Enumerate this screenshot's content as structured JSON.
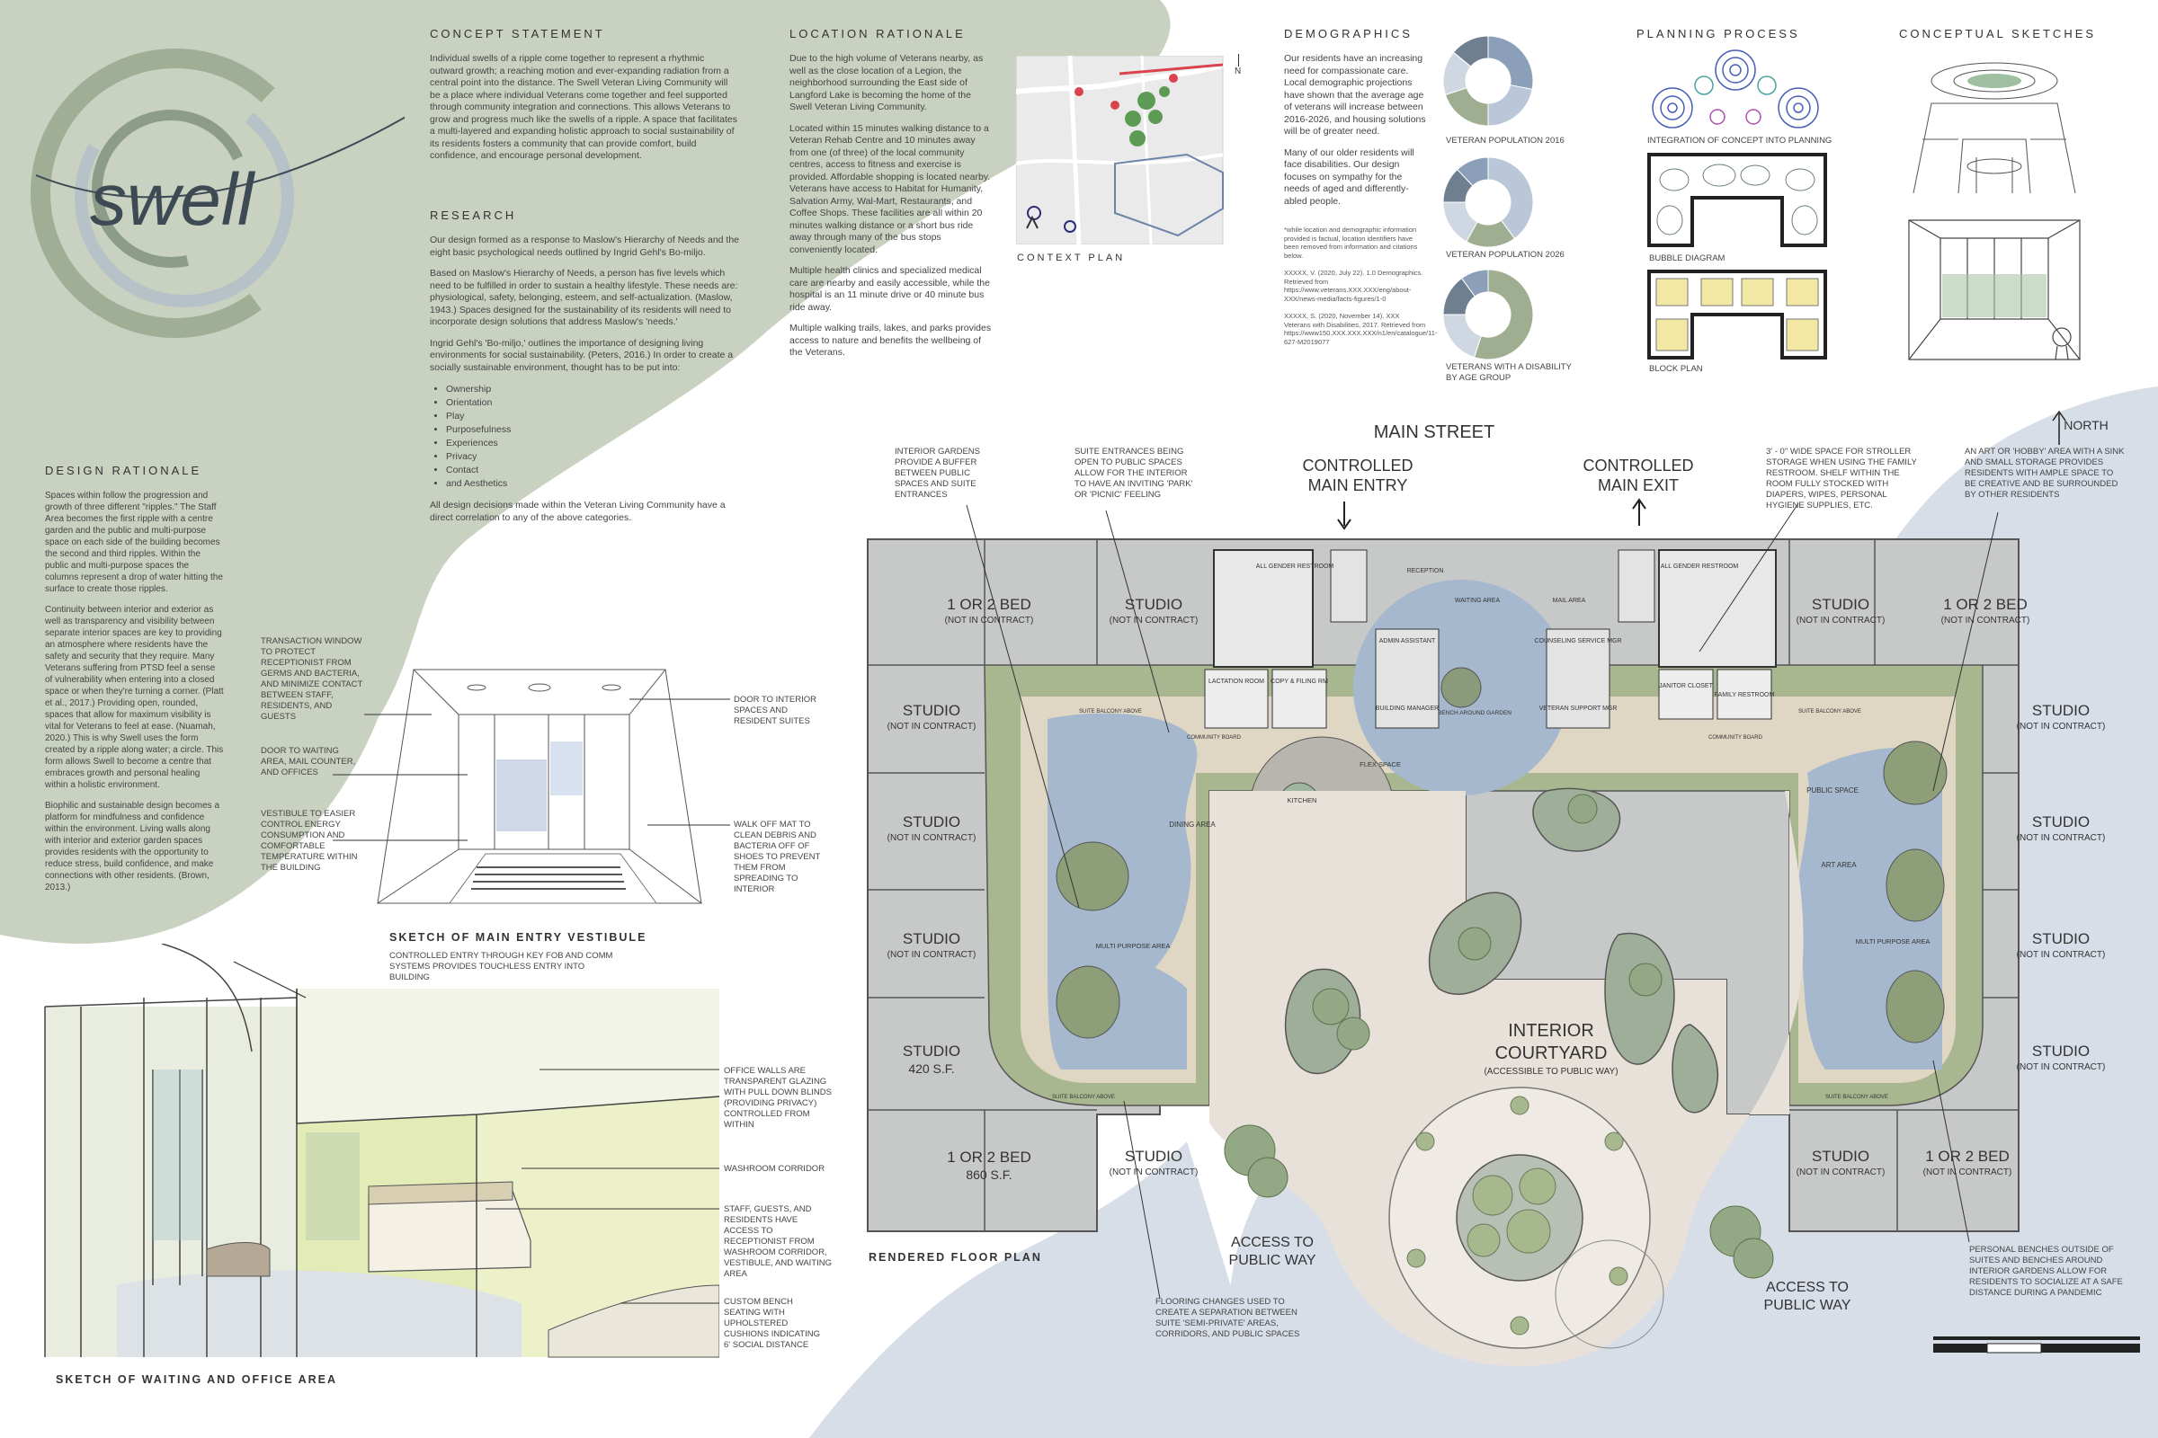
{
  "logo": {
    "text": "swell"
  },
  "concept": {
    "heading": "CONCEPT STATEMENT",
    "body": "Individual swells of a ripple come together to represent a rhythmic outward growth; a reaching motion and ever-expanding radiation from a central point into the distance. The Swell Veteran Living Community will be a place where individual Veterans come together and feel supported through community integration and connections. This allows Veterans to grow and progress much like the swells of a ripple. A space that facilitates a multi-layered and expanding holistic approach to social sustainability of its residents fosters a community that can provide comfort, build confidence, and encourage personal development."
  },
  "research": {
    "heading": "RESEARCH",
    "p1": "Our design formed as a response to Maslow's Hierarchy of Needs and the eight basic psychological needs outlined by Ingrid Gehl's Bo-miljo.",
    "p2": "Based on Maslow's Hierarchy of Needs, a person has five levels which need to be fulfilled in order to sustain a healthy lifestyle. These needs are: physiological, safety, belonging, esteem, and self-actualization. (Maslow, 1943.) Spaces designed for the sustainability of its residents will need to incorporate design solutions that address Maslow's 'needs.'",
    "p3": "Ingrid Gehl's 'Bo-miljo,' outlines the importance of designing living environments for social sustainability. (Peters, 2016.) In order to create a socially sustainable environment, thought has to be put into:",
    "list": [
      "Ownership",
      "Orientation",
      "Play",
      "Purposefulness",
      "Experiences",
      "Privacy",
      "Contact",
      "and Aesthetics"
    ],
    "p4": "All design decisions made within the Veteran Living Community have a direct correlation to any of the above categories."
  },
  "location": {
    "heading": "LOCATION RATIONALE",
    "p1": "Due to the high volume of Veterans nearby, as well as the close location of a Legion, the neighborhood surrounding the East side of Langford Lake is becoming the home of the Swell Veteran Living Community.",
    "p2": "Located within 15 minutes walking distance to a Veteran Rehab Centre and 10 minutes away from one (of three) of the local community centres, access to fitness and exercise is provided. Affordable shopping is located nearby. Veterans have access to Habitat for Humanity, Salvation Army, Wal-Mart, Restaurants, and Coffee Shops. These facilities are all within 20 minutes walking distance or a short bus ride away through many of the bus stops conveniently located.",
    "p3": "Multiple health clinics and specialized medical care are nearby and easily accessible, while the hospital is an 11 minute drive or 40 minute bus ride away.",
    "p4": "Multiple walking trails, lakes, and parks provides access to nature and benefits the wellbeing of the Veterans."
  },
  "context_plan": {
    "label": "CONTEXT PLAN",
    "north": "N"
  },
  "demographics": {
    "heading": "DEMOGRAPHICS",
    "p1": "Our residents have an increasing need for compassionate care. Local demographic projections have shown that the average age of veterans will increase between 2016-2026, and housing solutions will be of greater need.",
    "p2": "Many of our older residents will face disabilities. Our design focuses on sympathy for the needs of aged and differently-abled people.",
    "note": "*while location and demographic information provided is factual, location identifiers have been removed from information and citations below.",
    "cite1": "XXXXX, V. (2020, July 22). 1.0 Demographics. Retrieved from https://www.veterans.XXX.XXX/eng/about-XXX/news-media/facts-figures/1-0",
    "cite2": "XXXXX, S. (2020, November 14). XXX Veterans with Disabilities, 2017. Retrieved from https://www150.XXX.XXX.XXX/n1/en/catalogue/11-627-M2019077"
  },
  "charts_text": {
    "c1_title": "VETERAN POPULATION 2016",
    "c2_title": "VETERAN POPULATION 2026",
    "c3_title": "VETERANS WITH A DISABILITY BY AGE GROUP"
  },
  "chart_data": [
    {
      "type": "pie",
      "title": "VETERAN POPULATION 2016",
      "values": [
        28,
        22,
        20,
        16,
        14
      ]
    },
    {
      "type": "pie",
      "title": "VETERAN POPULATION 2026",
      "values": [
        40,
        18,
        17,
        13,
        12
      ]
    },
    {
      "type": "pie",
      "title": "VETERANS WITH A DISABILITY BY AGE GROUP",
      "values": [
        55,
        20,
        15,
        10
      ]
    }
  ],
  "colors": {
    "sage": "#c5ceba",
    "blue_grey": "#d6dde6",
    "pie_a": "#8c9fb9",
    "pie_b": "#b9c7d9",
    "pie_c": "#9fae90",
    "pie_d": "#cfd8e2",
    "pie_e": "#6f7f90"
  },
  "planning": {
    "heading": "PLANNING PROCESS",
    "integration": "INTEGRATION OF CONCEPT INTO PLANNING",
    "bubble": "BUBBLE DIAGRAM",
    "block": "BLOCK PLAN"
  },
  "sketches": {
    "heading": "CONCEPTUAL SKETCHES"
  },
  "design_rationale": {
    "heading": "DESIGN RATIONALE",
    "p1": "Spaces within follow the progression and growth of three different \"ripples.\" The Staff Area becomes the first ripple with a centre garden and the public and multi-purpose space on each side of the building becomes the second and third ripples. Within the public and multi-purpose spaces the columns represent a drop of water hitting the surface to create those ripples.",
    "p2": "Continuity between interior and exterior as well as transparency and visibility between separate interior spaces are key to providing an atmosphere where residents have the safety and security that they require. Many Veterans suffering from PTSD feel a sense of vulnerability when entering into a closed space or when they're turning a corner. (Platt et al., 2017.) Providing open, rounded, spaces that allow for maximum visibility is vital for Veterans to feel at ease. (Nuamah, 2020.) This is why Swell uses the form created by a ripple along water; a circle. This form allows Swell to become a centre that embraces growth and personal healing within a holistic environment.",
    "p3": "Biophilic and sustainable design becomes a platform for mindfulness and confidence within the environment. Living walls along with interior and exterior garden spaces provides residents with the opportunity to reduce stress, build confidence, and make connections with other residents. (Brown, 2013.)"
  },
  "vestibule": {
    "title": "SKETCH OF MAIN ENTRY VESTIBULE",
    "caption": "CONTROLLED ENTRY THROUGH KEY FOB AND COMM SYSTEMS PROVIDES TOUCHLESS ENTRY INTO BUILDING",
    "note1": "TRANSACTION WINDOW TO PROTECT RECEPTIONIST FROM GERMS AND BACTERIA, AND MINIMIZE CONTACT BETWEEN STAFF, RESIDENTS, AND GUESTS",
    "note2": "DOOR TO WAITING AREA, MAIL COUNTER, AND OFFICES",
    "note3": "VESTIBULE TO EASIER CONTROL ENERGY CONSUMPTION AND COMFORTABLE TEMPERATURE WITHIN THE BUILDING",
    "note4": "DOOR TO INTERIOR SPACES AND RESIDENT SUITES",
    "note5": "WALK OFF MAT TO CLEAN DEBRIS AND BACTERIA OFF OF SHOES TO PREVENT THEM FROM SPREADING TO INTERIOR"
  },
  "waiting": {
    "title": "SKETCH OF WAITING AND OFFICE AREA",
    "note1": "OFFICE WALLS ARE TRANSPARENT GLAZING WITH PULL DOWN BLINDS (PROVIDING PRIVACY) CONTROLLED FROM WITHIN",
    "note2": "WASHROOM CORRIDOR",
    "note3": "STAFF, GUESTS, AND RESIDENTS HAVE ACCESS TO RECEPTIONIST FROM WASHROOM CORRIDOR, VESTIBULE, AND WAITING AREA",
    "note4": "CUSTOM BENCH SEATING WITH UPHOLSTERED CUSHIONS INDICATING 6' SOCIAL DISTANCE"
  },
  "plan": {
    "title": "RENDERED FLOOR PLAN",
    "main_street": "MAIN STREET",
    "north": "NORTH",
    "entry1": "CONTROLLED",
    "entry2": "MAIN ENTRY",
    "exit1": "CONTROLLED",
    "exit2": "MAIN EXIT",
    "courtyard1": "INTERIOR",
    "courtyard2": "COURTYARD",
    "courtyard_sub": "(ACCESSIBLE TO PUBLIC WAY)",
    "access1": "ACCESS TO",
    "access2": "PUBLIC WAY",
    "bed": "1 OR 2 BED",
    "bed_sf": "860 S.F.",
    "studio": "STUDIO",
    "studio_sf": "420 S.F.",
    "nic": "(NOT IN CONTRACT)",
    "note_gardens": "INTERIOR GARDENS PROVIDE A BUFFER BETWEEN PUBLIC SPACES AND SUITE ENTRANCES",
    "note_suites": "SUITE ENTRANCES BEING OPEN TO PUBLIC SPACES ALLOW FOR THE INTERIOR TO HAVE AN INVITING 'PARK' OR 'PICNIC' FEELING",
    "note_stroller": "3' - 0\" WIDE SPACE FOR STROLLER STORAGE WHEN USING THE FAMILY RESTROOM. SHELF WITHIN THE ROOM FULLY STOCKED WITH DIAPERS, WIPES, PERSONAL HYGIENE SUPPLIES, ETC.",
    "note_art": "AN ART OR 'HOBBY' AREA WITH A SINK AND SMALL STORAGE PROVIDES RESIDENTS WITH AMPLE SPACE TO BE CREATIVE AND BE SURROUNDED BY OTHER RESIDENTS",
    "note_flooring": "FLOORING CHANGES USED TO CREATE A SEPARATION BETWEEN SUITE 'SEMI-PRIVATE' AREAS, CORRIDORS, AND PUBLIC SPACES",
    "note_benches": "PERSONAL BENCHES OUTSIDE OF SUITES AND BENCHES AROUND INTERIOR GARDENS ALLOW FOR RESIDENTS TO SOCIALIZE AT A SAFE DISTANCE DURING A PANDEMIC",
    "rooms": {
      "all_gender": "ALL GENDER RESTROOM",
      "reception": "RECEPTION",
      "waiting": "WAITING AREA",
      "mail": "MAIL AREA",
      "admin": "ADMIN ASSISTANT",
      "counseling": "COUNSELING SERVICE MGR",
      "lactation": "LACTATION ROOM",
      "copy": "COPY & FILING RM",
      "building": "BUILDING MANAGER",
      "veteran": "VETERAN SUPPORT MGR",
      "janitor": "JANITOR CLOSET",
      "family": "FAMILY RESTROOM",
      "dining": "DINING AREA",
      "kitchen": "KITCHEN",
      "flex": "FLEX SPACE",
      "public": "PUBLIC SPACE",
      "art": "ART AREA",
      "multi": "MULTI PURPOSE AREA",
      "balcony": "SUITE BALCONY ABOVE",
      "garden": "BENCH AROUND GARDEN",
      "community": "COMMUNITY BOARD"
    }
  }
}
